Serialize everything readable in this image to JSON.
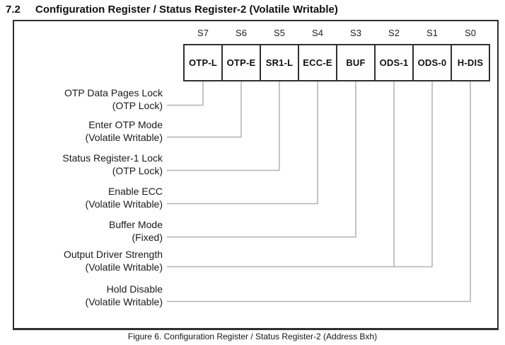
{
  "title": {
    "section_number": "7.2",
    "section_title": "Configuration Register / Status Register-2 (Volatile Writable)"
  },
  "figure": {
    "caption": "Figure 6. Configuration Register / Status Register-2 (Address Bxh)",
    "register_bits": [
      {
        "position": "S7",
        "name": "OTP-L"
      },
      {
        "position": "S6",
        "name": "OTP-E"
      },
      {
        "position": "S5",
        "name": "SR1-L"
      },
      {
        "position": "S4",
        "name": "ECC-E"
      },
      {
        "position": "S3",
        "name": "BUF"
      },
      {
        "position": "S2",
        "name": "ODS-1"
      },
      {
        "position": "S1",
        "name": "ODS-0"
      },
      {
        "position": "S0",
        "name": "H-DIS"
      }
    ],
    "bit_descriptions": [
      {
        "name": "OTP Data Pages Lock",
        "attribute": "(OTP Lock)",
        "bits": [
          "S7"
        ]
      },
      {
        "name": "Enter OTP Mode",
        "attribute": "(Volatile Writable)",
        "bits": [
          "S6"
        ]
      },
      {
        "name": "Status Register-1 Lock",
        "attribute": "(OTP Lock)",
        "bits": [
          "S5"
        ]
      },
      {
        "name": "Enable ECC",
        "attribute": "(Volatile Writable)",
        "bits": [
          "S4"
        ]
      },
      {
        "name": "Buffer Mode",
        "attribute": "(Fixed)",
        "bits": [
          "S3"
        ]
      },
      {
        "name": "Output Driver Strength",
        "attribute": "(Volatile Writable)",
        "bits": [
          "S2",
          "S1"
        ]
      },
      {
        "name": "Hold Disable",
        "attribute": "(Volatile Writable)",
        "bits": [
          "S0"
        ]
      }
    ]
  },
  "colors": {
    "text": "#1a1a1a",
    "frame_border": "#2f2f2f",
    "box_border": "#303030",
    "connector_line": "#b2b2b2"
  }
}
